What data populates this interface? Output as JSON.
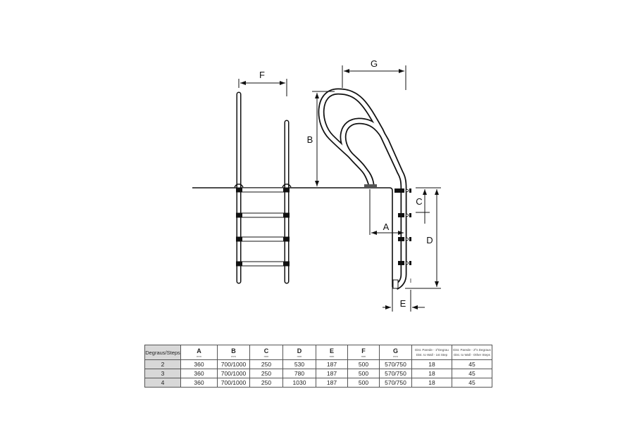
{
  "diagram": {
    "labels": {
      "A": "A",
      "B": "B",
      "C": "C",
      "D": "D",
      "E": "E",
      "F": "F",
      "G": "G",
      "I": "I"
    }
  },
  "table": {
    "headers": [
      {
        "label": "Degraus/Steps"
      },
      {
        "label": "A",
        "unit": "mm"
      },
      {
        "label": "B",
        "unit": "mm"
      },
      {
        "label": "C",
        "unit": "mm"
      },
      {
        "label": "D",
        "unit": "mm"
      },
      {
        "label": "E",
        "unit": "mm"
      },
      {
        "label": "F",
        "unit": "mm"
      },
      {
        "label": "G",
        "unit": "mm"
      },
      {
        "line1": "Dist. Parede - 1ºDegrau",
        "line2": "Dist. to Wall - 1st Step"
      },
      {
        "line1": "Dist. Parede - 2ºs Degraus",
        "line2": "Dist. to Wall - Other Steps"
      }
    ],
    "rows": [
      [
        "2",
        "360",
        "700/1000",
        "250",
        "530",
        "187",
        "500",
        "570/750",
        "18",
        "45"
      ],
      [
        "3",
        "360",
        "700/1000",
        "250",
        "780",
        "187",
        "500",
        "570/750",
        "18",
        "45"
      ],
      [
        "4",
        "360",
        "700/1000",
        "250",
        "1030",
        "187",
        "500",
        "570/750",
        "18",
        "45"
      ]
    ]
  }
}
